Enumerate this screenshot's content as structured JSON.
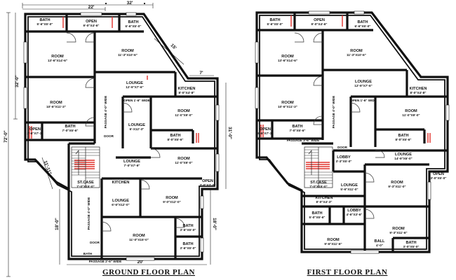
{
  "ground_floor": {
    "title": "GROUND FLOOR PLAN",
    "dimensions": {
      "top_outer": "32'",
      "top_inner": "22'",
      "left_upper": "32'-0\"",
      "left_total": "72'-0\"",
      "left_lower": "11'-11\"",
      "right_upper": "31'-0\"",
      "right_mid": "7'",
      "left_bottom": "18'-0\"",
      "right_bottom": "18'-0\"",
      "bottom": "20'",
      "slant": "15'"
    },
    "rooms": [
      {
        "name": "BATH",
        "size": "5'-6\"X5'-0\""
      },
      {
        "name": "OPEN",
        "size": "9'-0\"X4'-6\""
      },
      {
        "name": "BATH",
        "size": "6'-6\"X5'-0\""
      },
      {
        "name": "ROOM",
        "size": "13'-6\"X14'-6\""
      },
      {
        "name": "ROOM",
        "size": "11'-3\"X10'-6\""
      },
      {
        "name": "LOUNGE",
        "size": "12'-9\"X7'-6\""
      },
      {
        "name": "KITCHEN",
        "size": "8'-0\"X4'-8\""
      },
      {
        "name": "ROOM",
        "size": "10'-6\"X11'-3\""
      },
      {
        "name": "OPEN 1'-6\" WIDE",
        "size": ""
      },
      {
        "name": "ROOM",
        "size": "11'-0\"X9'-0\""
      },
      {
        "name": "PASSAGE 4'-0\" WIDE",
        "size": ""
      },
      {
        "name": "LOUNGE",
        "size": "6'-X12'-3\""
      },
      {
        "name": "BATH",
        "size": "8'-0\"X5'-6\""
      },
      {
        "name": "OPEN",
        "size": "3'-6\"X7'-3\""
      },
      {
        "name": "BATH",
        "size": "7'-0\"X5'-6\""
      },
      {
        "name": "DOOR",
        "size": ""
      },
      {
        "name": "LOUNGE",
        "size": "7'-0\"X7'-9\""
      },
      {
        "name": "ROOM",
        "size": "11'-0\"X9'-0\""
      },
      {
        "name": "ST.CASE",
        "size": "7'-0\"X15'-0\""
      },
      {
        "name": "KITCHEN",
        "size": ""
      },
      {
        "name": "OPEN",
        "size": "3'-0\"X3'-0\""
      },
      {
        "name": "LOUNGE",
        "size": "6'-6\"X12'-0\""
      },
      {
        "name": "ROOM",
        "size": "9'-0\"X12'-0\""
      },
      {
        "name": "PASSAGE 4'-0\" WIDE",
        "size": ""
      },
      {
        "name": "ROOM",
        "size": "11'-0\"X15'-0\""
      },
      {
        "name": "BATH",
        "size": "3'-6\"X5'-0\""
      },
      {
        "name": "BATH",
        "size": "3'-6\"X5'-0\""
      },
      {
        "name": "DOOR",
        "size": ""
      },
      {
        "name": "BATH",
        "size": ""
      },
      {
        "name": "PASSAGE 2'-6\" WIDE",
        "size": ""
      }
    ]
  },
  "first_floor": {
    "title": "FIRST FLOOR PLAN",
    "rooms": [
      {
        "name": "BATH",
        "size": "5'-6\"X5'-0\""
      },
      {
        "name": "OPEN",
        "size": "9'-0\"X4'-6\""
      },
      {
        "name": "BATH",
        "size": "6'-6\"X5'-0\""
      },
      {
        "name": "ROOM",
        "size": "13'-6\"X14'-6\""
      },
      {
        "name": "ROOM",
        "size": "11'-3\"X10'-6\""
      },
      {
        "name": "LOUNGE",
        "size": "12'-9\"X7'-6\""
      },
      {
        "name": "KITCHEN",
        "size": "8'-0\"X4'-8\""
      },
      {
        "name": "ROOM",
        "size": "10'-6\"X11'-3\""
      },
      {
        "name": "OPEN 1'-6\" WIDE",
        "size": ""
      },
      {
        "name": "ROOM",
        "size": "11'-0\"X9'-0\""
      },
      {
        "name": "PASSAGE 4'-0\" WIDE",
        "size": ""
      },
      {
        "name": "BATH",
        "size": "8'-0\"X5'-6\""
      },
      {
        "name": "OPEN",
        "size": "3'-6\"X7'-3\""
      },
      {
        "name": "BATH",
        "size": "7'-0\"X5'-6\""
      },
      {
        "name": "PASSAGE 3'-6\" WIDE",
        "size": ""
      },
      {
        "name": "DOOR",
        "size": ""
      },
      {
        "name": "LOBBY",
        "size": "3'-3\"X5'-0\""
      },
      {
        "name": "LOUNGE",
        "size": "14'-9\"X6'-0\""
      },
      {
        "name": "OPEN",
        "size": "3'-0\"X5'-0\""
      },
      {
        "name": "ST.CASE",
        "size": "7'-0\"X15'-0\""
      },
      {
        "name": "LOUNGE",
        "size": "5'-6\"X11'-0\""
      },
      {
        "name": "ROOM",
        "size": "9'-3\"X11'-0\""
      },
      {
        "name": "KITCHEN",
        "size": "8'-0\"X4'-3\""
      },
      {
        "name": "BATH",
        "size": "5'-0\"X5'-6\""
      },
      {
        "name": "LOBBY",
        "size": "4'-6\"X3'-6\""
      },
      {
        "name": "ROOM",
        "size": "9'-6\"X11'-6\""
      },
      {
        "name": "ROOM",
        "size": "9'-3\"X11'-6\""
      },
      {
        "name": "BALL",
        "size": "4'-0\""
      },
      {
        "name": "BATH",
        "size": "3'-0\"X5'-0\""
      }
    ]
  }
}
